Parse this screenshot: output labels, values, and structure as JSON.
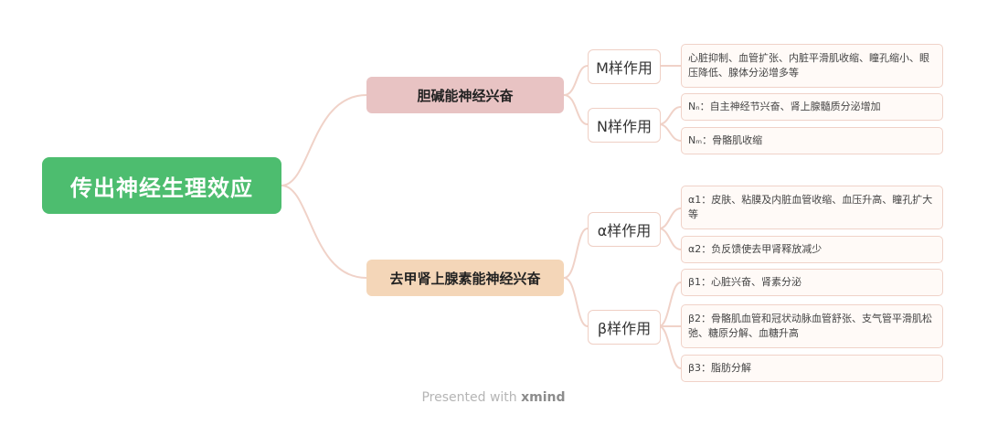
{
  "root": {
    "label": "传出神经生理效应"
  },
  "branches": [
    {
      "label": "胆碱能神经兴奋",
      "subs": [
        {
          "label": "M样作用",
          "leaves": [
            "心脏抑制、血管扩张、内脏平滑肌收缩、瞳孔缩小、眼压降低、腺体分泌增多等"
          ]
        },
        {
          "label": "N样作用",
          "leaves": [
            "Nₙ：自主神经节兴奋、肾上腺髓质分泌增加",
            "Nₘ：骨骼肌收缩"
          ]
        }
      ]
    },
    {
      "label": "去甲肾上腺素能神经兴奋",
      "subs": [
        {
          "label": "α样作用",
          "leaves": [
            "α1：皮肤、粘膜及内脏血管收缩、血压升高、瞳孔扩大等",
            "α2：负反馈使去甲肾释放减少"
          ]
        },
        {
          "label": "β样作用",
          "leaves": [
            "β1：心脏兴奋、肾素分泌",
            "β2：骨骼肌血管和冠状动脉血管舒张、支气管平滑肌松弛、糖原分解、血糖升高",
            "β3：脂肪分解"
          ]
        }
      ]
    }
  ],
  "footer": {
    "prefix": "Presented with",
    "brand": "xmind"
  },
  "colors": {
    "root": "#4dbd6f",
    "branch1": "#e8c3c3",
    "branch2": "#f4d6b8",
    "line": "#f0d2c8"
  }
}
